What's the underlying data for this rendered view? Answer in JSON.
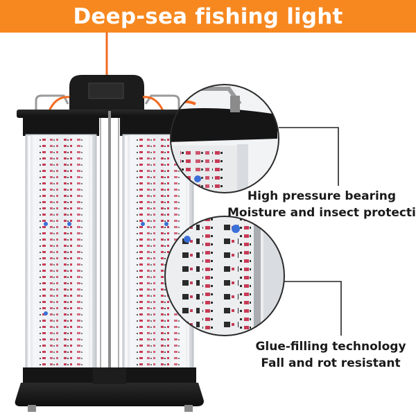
{
  "banner": {
    "title": "Deep-sea fishing light",
    "color": "#f7881f"
  },
  "callouts": [
    {
      "line1": "High pressure bearing",
      "line2": "Moisture and insect protection"
    },
    {
      "line1": "Glue-filling technology",
      "line2": "Fall and rot resistant"
    }
  ],
  "colors": {
    "accent": "#f7881f",
    "metal_cap": "#1b1b1b",
    "cable": "#f26a21",
    "led_strip": "#c73a55",
    "led_chip": "#3a6fd8"
  },
  "icons": {
    "zoom_1": "zoom-detail-top-cap",
    "zoom_2": "zoom-detail-led-board"
  }
}
